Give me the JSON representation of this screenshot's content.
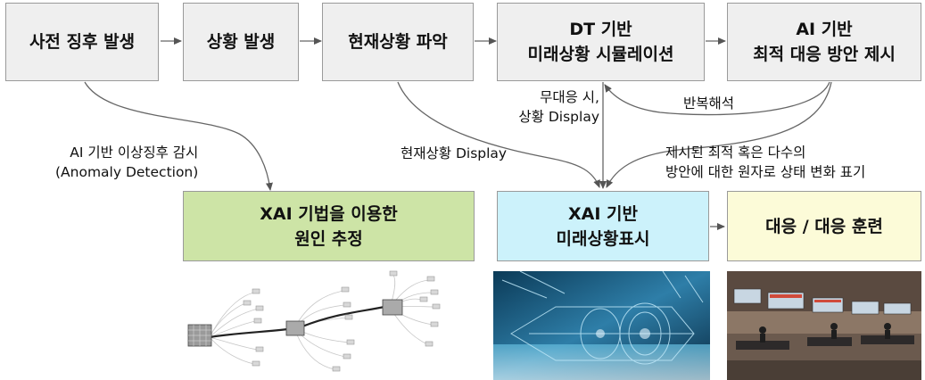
{
  "colors": {
    "box_gray": "#efefef",
    "box_green": "#cde4a6",
    "box_cyan": "#ccf2fb",
    "box_yellow": "#fcfbd8",
    "arrow": "#555555"
  },
  "top_row": {
    "step1": "사전 징후 발생",
    "step2": "상황 발생",
    "step3": "현재상황 파악",
    "step4_line1": "DT 기반",
    "step4_line2": "미래상황 시뮬레이션",
    "step5_line1": "AI 기반",
    "step5_line2": "최적 대응 방안 제시"
  },
  "bottom_row": {
    "xai_cause_line1": "XAI 기법을 이용한",
    "xai_cause_line2": "원인 추정",
    "xai_future_line1": "XAI 기반",
    "xai_future_line2": "미래상황표시",
    "response": "대응 / 대응 훈련"
  },
  "labels": {
    "anomaly_line1": "AI 기반 이상징후 감시",
    "anomaly_line2": "(Anomaly Detection)",
    "current_display": "현재상황 Display",
    "no_response_line1": "무대응 시,",
    "no_response_line2": "상황 Display",
    "iteration": "반복해석",
    "proposed_line1": "제시된 최적 혹은 다수의",
    "proposed_line2": "방안에 대한 원자로 상태 변화 표기"
  },
  "images": {
    "graph": "xai-graph-illustration",
    "turbine": "digital-twin-turbine-photo",
    "control_room": "control-room-photo"
  }
}
